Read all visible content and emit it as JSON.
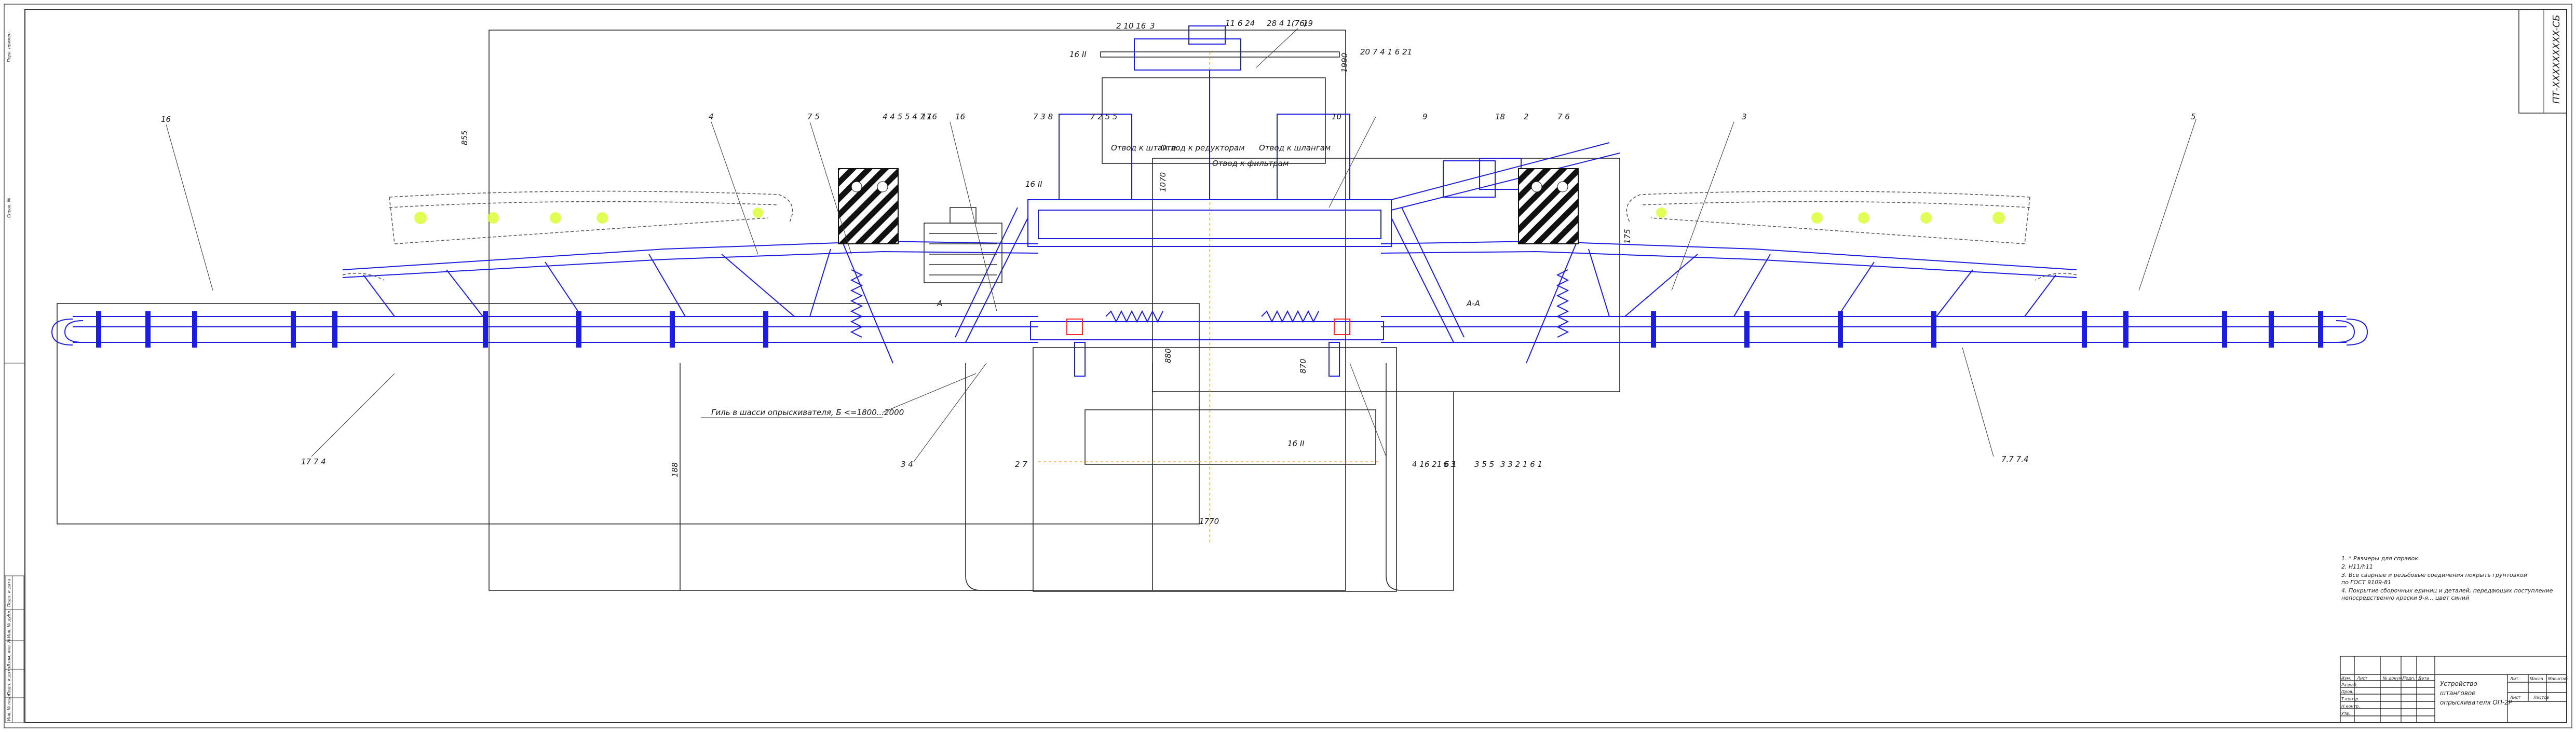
{
  "drawing": {
    "stamp": "ПТ-XXXXXXXXX-СБ",
    "notes": [
      "1. * Размеры для справок",
      "2. Н11/h11",
      "3. Все сварные и резьбовые соединения покрыть грунтовкой",
      "   по ГОСТ 9109-81",
      "4. Покрытие сборочных единиц и деталей, передающих поступление",
      "   непосредственно краски 9-я... цвет синий"
    ],
    "title_block": {
      "name": "Устройство\nштанговое\nопрыскивателя ОП-2Р",
      "rows": [
        "Изм.",
        "Разраб.",
        "Пров.",
        "Т.контр.",
        "Н.контр.",
        "Утв."
      ],
      "cols": [
        "Лист",
        "№ докум.",
        "Подп.",
        "Дата"
      ],
      "right": [
        "Лит.",
        "Масса",
        "Масштаб",
        "Лист",
        "Листов"
      ]
    },
    "side_strip": [
      "Перв. примен.",
      "Справ. №",
      "Подп. и дата",
      "Инв. № дубл.",
      "Взам. инв. №",
      "Подп. и дата",
      "Инв. № подл."
    ],
    "dimension_note": "Гиль в шасси опрыскивателя, Б <=1800...2000",
    "dims": [
      "1770",
      "855",
      "188",
      "175",
      "880",
      "870",
      "1990",
      "1070"
    ],
    "callouts": [
      "16",
      "4",
      "7 5",
      "4 4 5 5 4 7 16",
      "17",
      "16",
      "7 3 8",
      "7 2 5 5",
      "2 10 16",
      "3",
      "11 6 24",
      "28 4 1(76)",
      "19",
      "20 7 4 1 6 21",
      "10",
      "9",
      "18",
      "2",
      "7 6",
      "3",
      "5",
      "16 II",
      "16 II",
      "А",
      "А-А",
      "17 7 4",
      "3 4",
      "2 7",
      "16 II",
      "4 16 21 6 1",
      "6 3",
      "3 5 5",
      "3 3 2 1 6 1",
      "7.7 7.4",
      "Отвод к редукторам",
      "Отвод к шлангам",
      "Отвод к фильтрам",
      "Отвод к штанге"
    ]
  },
  "colors": {
    "paper": "#ffffff",
    "frame_line": "#3a3a3a",
    "main_line": "#1d1de0",
    "dark_line": "#1e1e2a",
    "dashed_hose": "#5a5a5a",
    "highlight": "#d9ff3a",
    "dim_orange": "#ff9a30",
    "red_accent": "#ff2a2a",
    "hatching": "#111111"
  }
}
